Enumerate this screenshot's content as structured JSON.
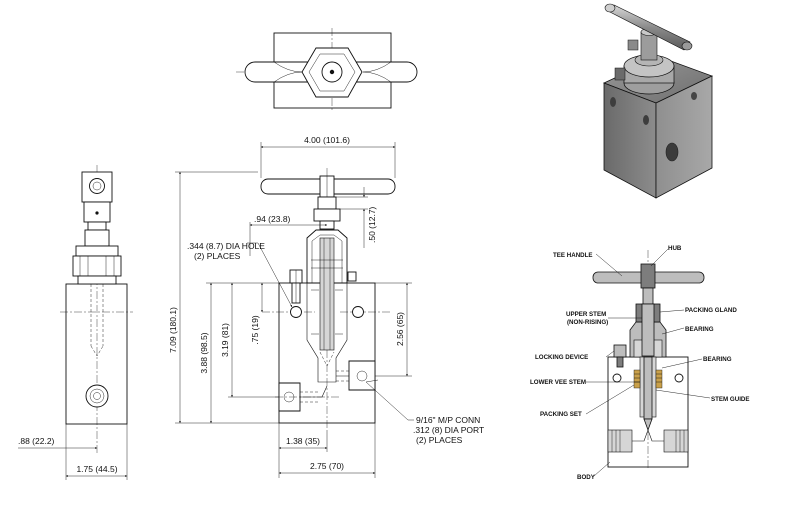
{
  "dimensions": {
    "handle_width": "4.00 (101.6)",
    "stem_offset": ".94 (23.8)",
    "hub_height": ".50 (12.7)",
    "mount_hole": ".344 (8.7) DIA HOLE",
    "mount_hole_count": "(2) PLACES",
    "overall_height": "7.09 (180.1)",
    "body_height": "3.88 (98.5)",
    "port_height": "3.19 (81)",
    "hole_offset": ".75 (19)",
    "right_height": "2.56 (65)",
    "port_from_left": "1.38 (35)",
    "body_width": "2.75 (70)",
    "side_offset": ".88 (22.2)",
    "side_width": "1.75 (44.5)",
    "port_conn": "9/16\" M/P CONN",
    "port_dia": ".312 (8) DIA PORT",
    "port_count": "(2) PLACES"
  },
  "parts": {
    "tee_handle": "TEE HANDLE",
    "hub": "HUB",
    "upper_stem": "UPPER STEM",
    "upper_stem_note": "(NON-RISING)",
    "packing_gland": "PACKING GLAND",
    "bearing_upper": "BEARING",
    "bearing_lower": "BEARING",
    "locking_device": "LOCKING DEVICE",
    "lower_vee_stem": "LOWER VEE STEM",
    "stem_guide": "STEM GUIDE",
    "packing_set": "PACKING SET",
    "body": "BODY"
  },
  "colors": {
    "line": "#111111",
    "metal": "#bdbdbd",
    "metal_dark": "#7d7d7d",
    "packing": "#c9a04a"
  }
}
